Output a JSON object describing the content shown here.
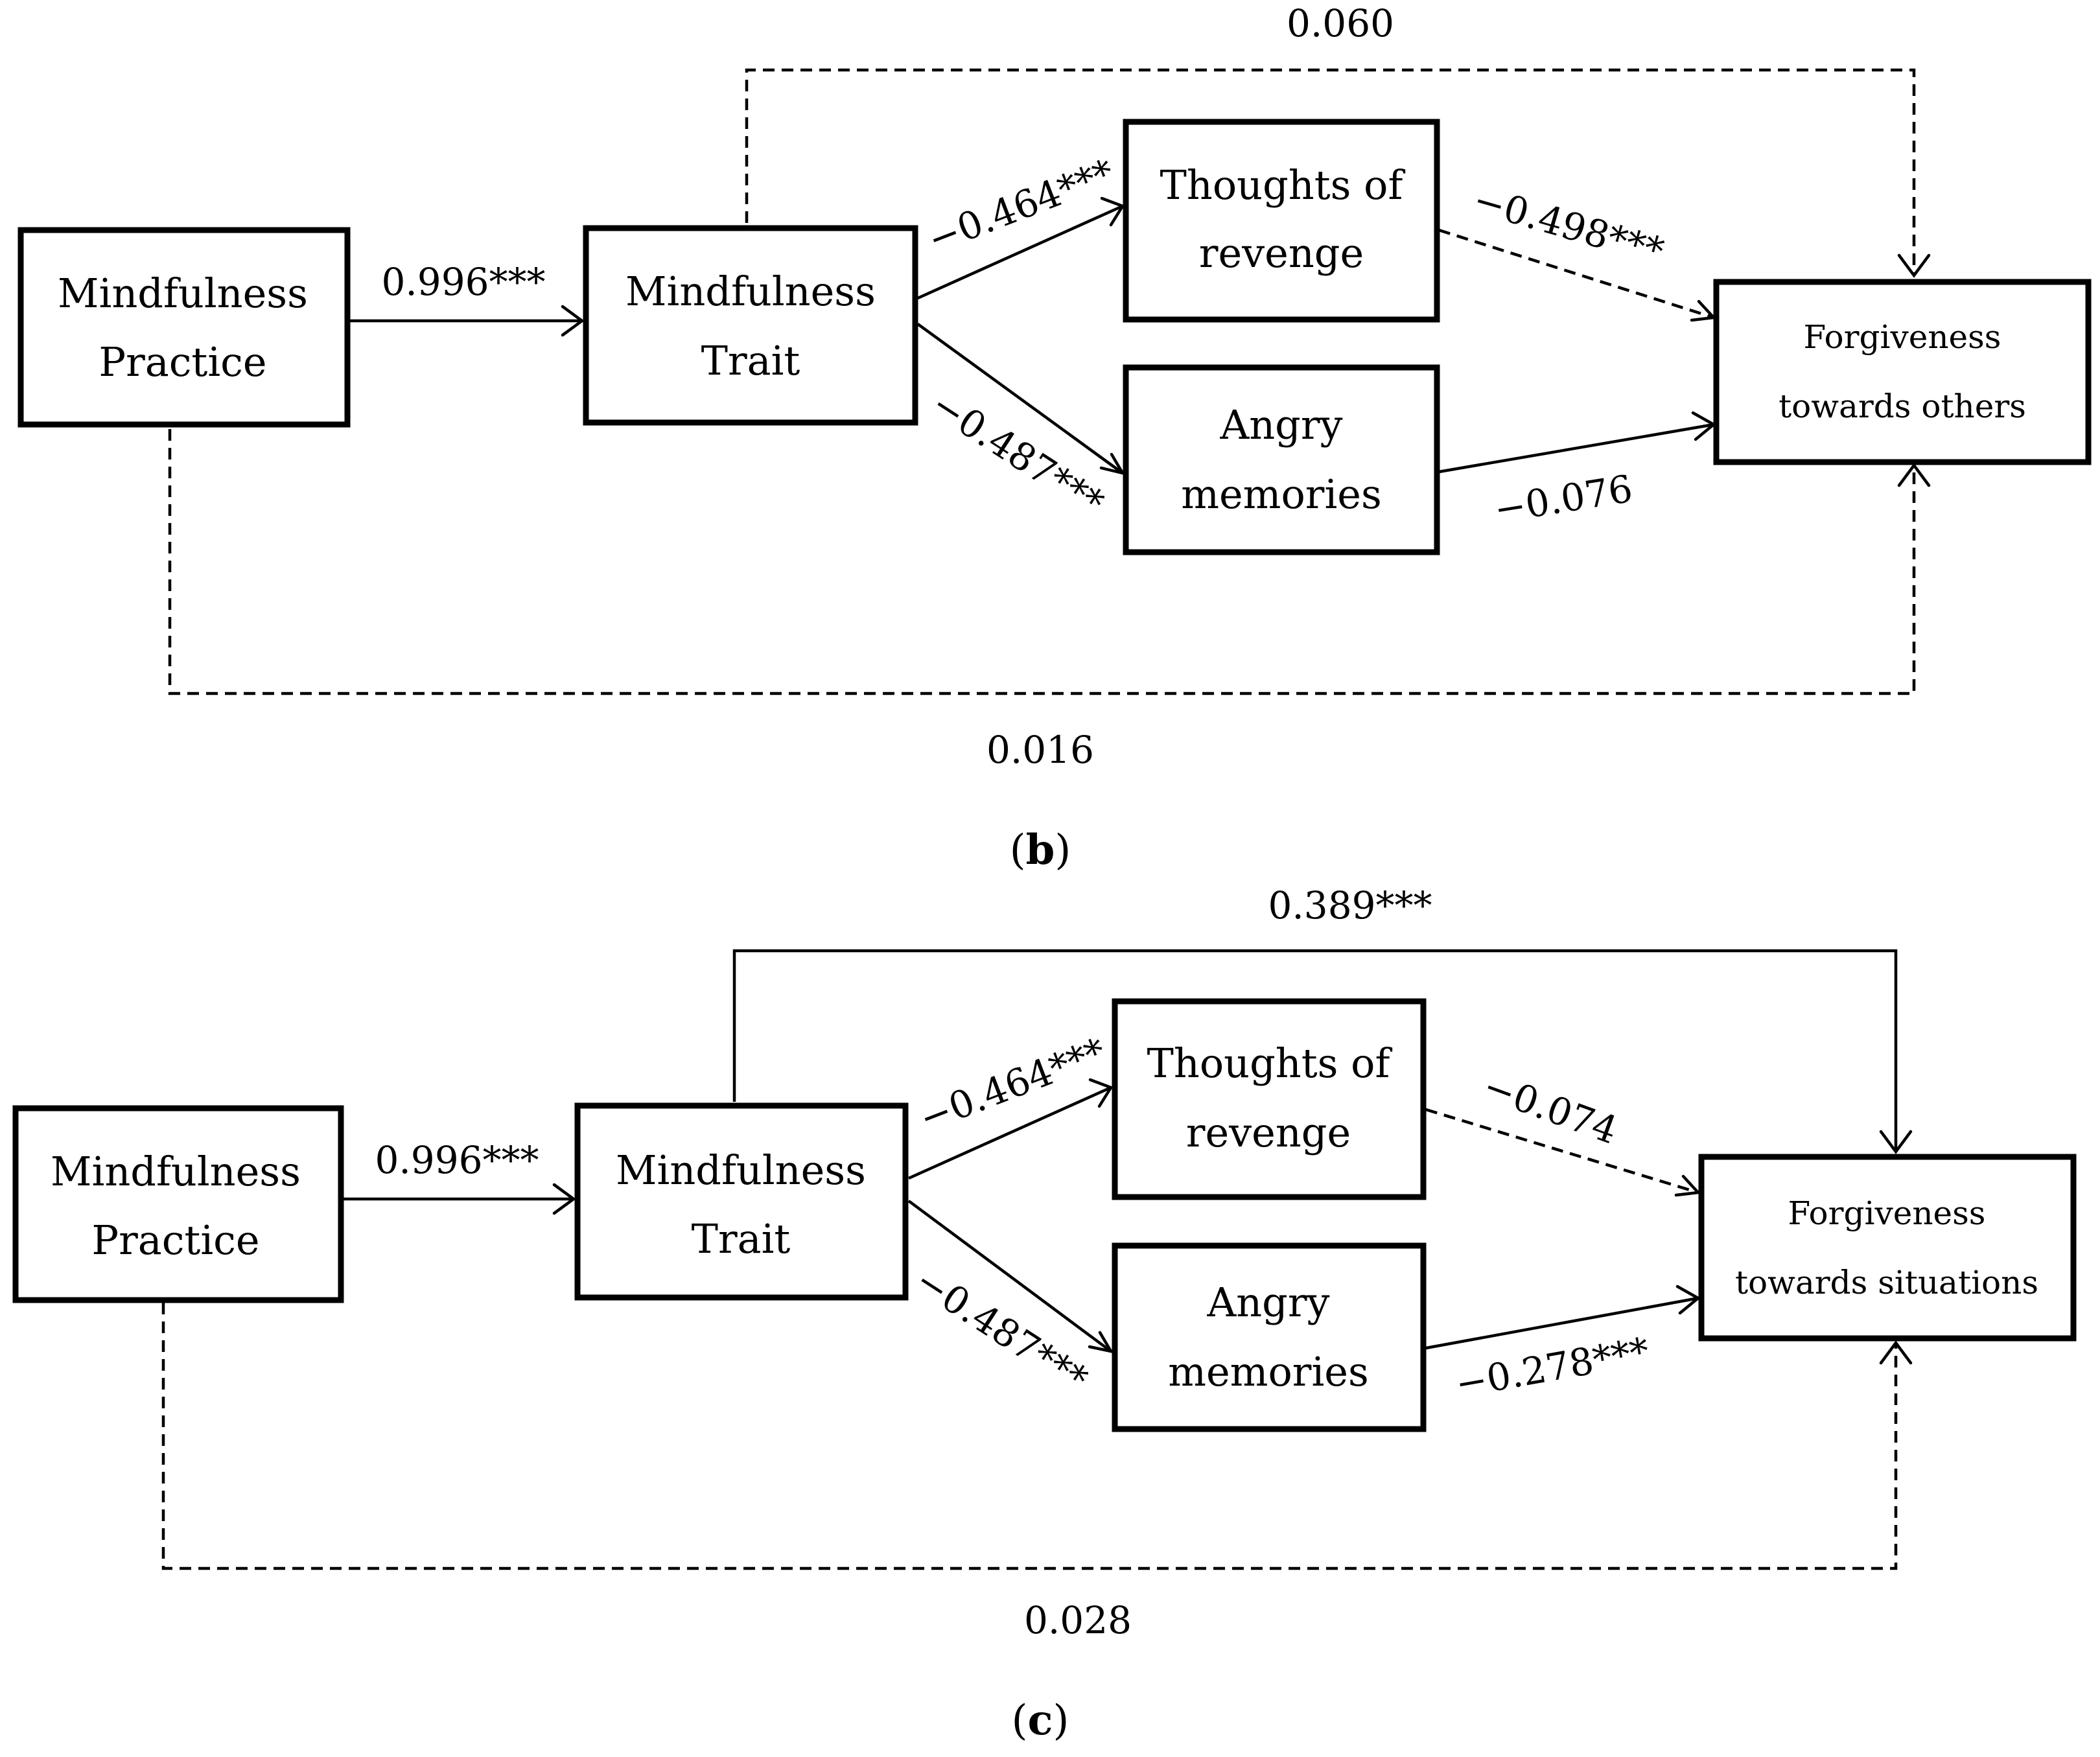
{
  "panel_b": {
    "label_open": "(",
    "label_letter": "b",
    "label_close": ")",
    "nodes": {
      "practice": [
        "Mindfulness",
        "Practice"
      ],
      "trait": [
        "Mindfulness",
        "Trait"
      ],
      "revenge": [
        "Thoughts of",
        "revenge"
      ],
      "angry": [
        "Angry",
        "memories"
      ],
      "outcome": [
        "Forgiveness",
        "towards others"
      ]
    },
    "coefficients": {
      "practice_to_trait": "0.996***",
      "trait_to_revenge": "−0.464***",
      "trait_to_angry": "−0.487***",
      "revenge_to_outcome": "−0.498***",
      "angry_to_outcome": "−0.076",
      "trait_to_outcome": "0.060",
      "practice_to_outcome": "0.016"
    },
    "line_styles": {
      "trait_to_outcome": "dashed",
      "practice_to_outcome": "dashed",
      "revenge_to_outcome": "dashed",
      "angry_to_outcome": "solid"
    }
  },
  "panel_c": {
    "label_open": "(",
    "label_letter": "c",
    "label_close": ")",
    "nodes": {
      "practice": [
        "Mindfulness",
        "Practice"
      ],
      "trait": [
        "Mindfulness",
        "Trait"
      ],
      "revenge": [
        "Thoughts of",
        "revenge"
      ],
      "angry": [
        "Angry",
        "memories"
      ],
      "outcome": [
        "Forgiveness",
        "towards situations"
      ]
    },
    "coefficients": {
      "practice_to_trait": "0.996***",
      "trait_to_revenge": "−0.464***",
      "trait_to_angry": "−0.487***",
      "revenge_to_outcome": "−0.074",
      "angry_to_outcome": "−0.278***",
      "trait_to_outcome": "0.389***",
      "practice_to_outcome": "0.028"
    },
    "line_styles": {
      "trait_to_outcome": "solid",
      "practice_to_outcome": "dashed",
      "revenge_to_outcome": "dashed",
      "angry_to_outcome": "solid"
    }
  }
}
